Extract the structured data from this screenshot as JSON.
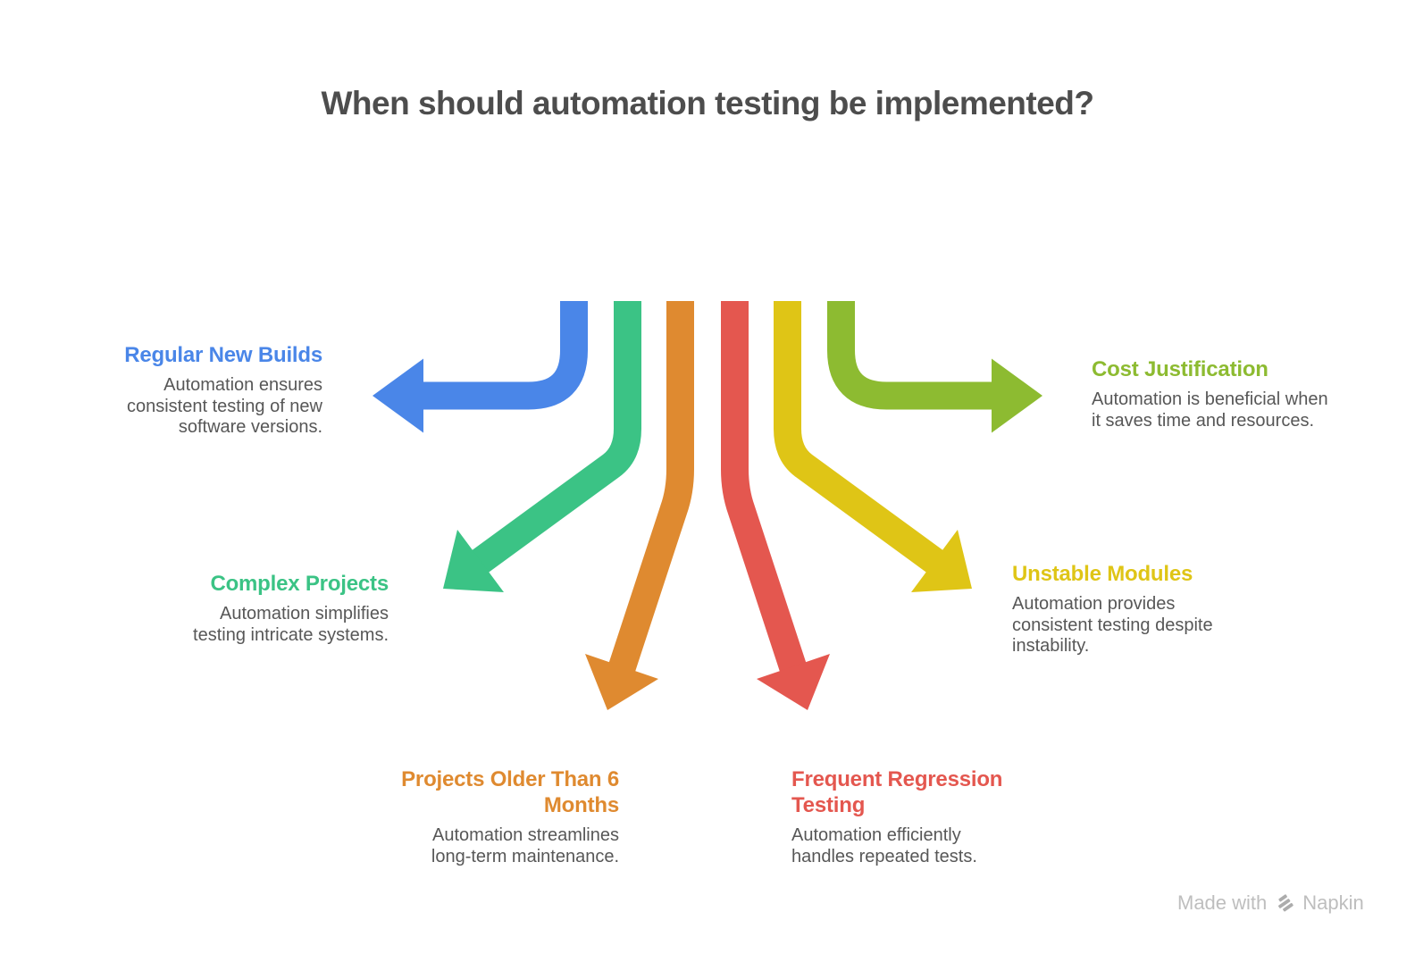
{
  "title": "When should automation testing be implemented?",
  "title_color": "#4D4D4D",
  "body_color": "#575757",
  "items": [
    {
      "id": "regular-new-builds",
      "color": "#4A86E8",
      "title_lines": [
        "Regular New Builds"
      ],
      "desc_lines": [
        "Automation ensures",
        "consistent testing of new",
        "software versions."
      ]
    },
    {
      "id": "complex-projects",
      "color": "#3BC385",
      "title_lines": [
        "Complex Projects"
      ],
      "desc_lines": [
        "Automation simplifies",
        "testing intricate systems."
      ]
    },
    {
      "id": "projects-older-than-6-months",
      "color": "#DF8A30",
      "title_lines": [
        "Projects Older Than 6",
        "Months"
      ],
      "desc_lines": [
        "Automation streamlines",
        "long-term maintenance."
      ]
    },
    {
      "id": "frequent-regression-testing",
      "color": "#E4574F",
      "title_lines": [
        "Frequent Regression",
        "Testing"
      ],
      "desc_lines": [
        "Automation efficiently",
        "handles repeated tests."
      ]
    },
    {
      "id": "unstable-modules",
      "color": "#DFC516",
      "title_lines": [
        "Unstable Modules"
      ],
      "desc_lines": [
        "Automation provides",
        "consistent testing despite",
        "instability."
      ]
    },
    {
      "id": "cost-justification",
      "color": "#8DBB31",
      "title_lines": [
        "Cost Justification"
      ],
      "desc_lines": [
        "Automation is beneficial when",
        "it saves time and resources."
      ]
    }
  ],
  "watermark": {
    "prefix": "Made with",
    "brand": "Napkin"
  }
}
